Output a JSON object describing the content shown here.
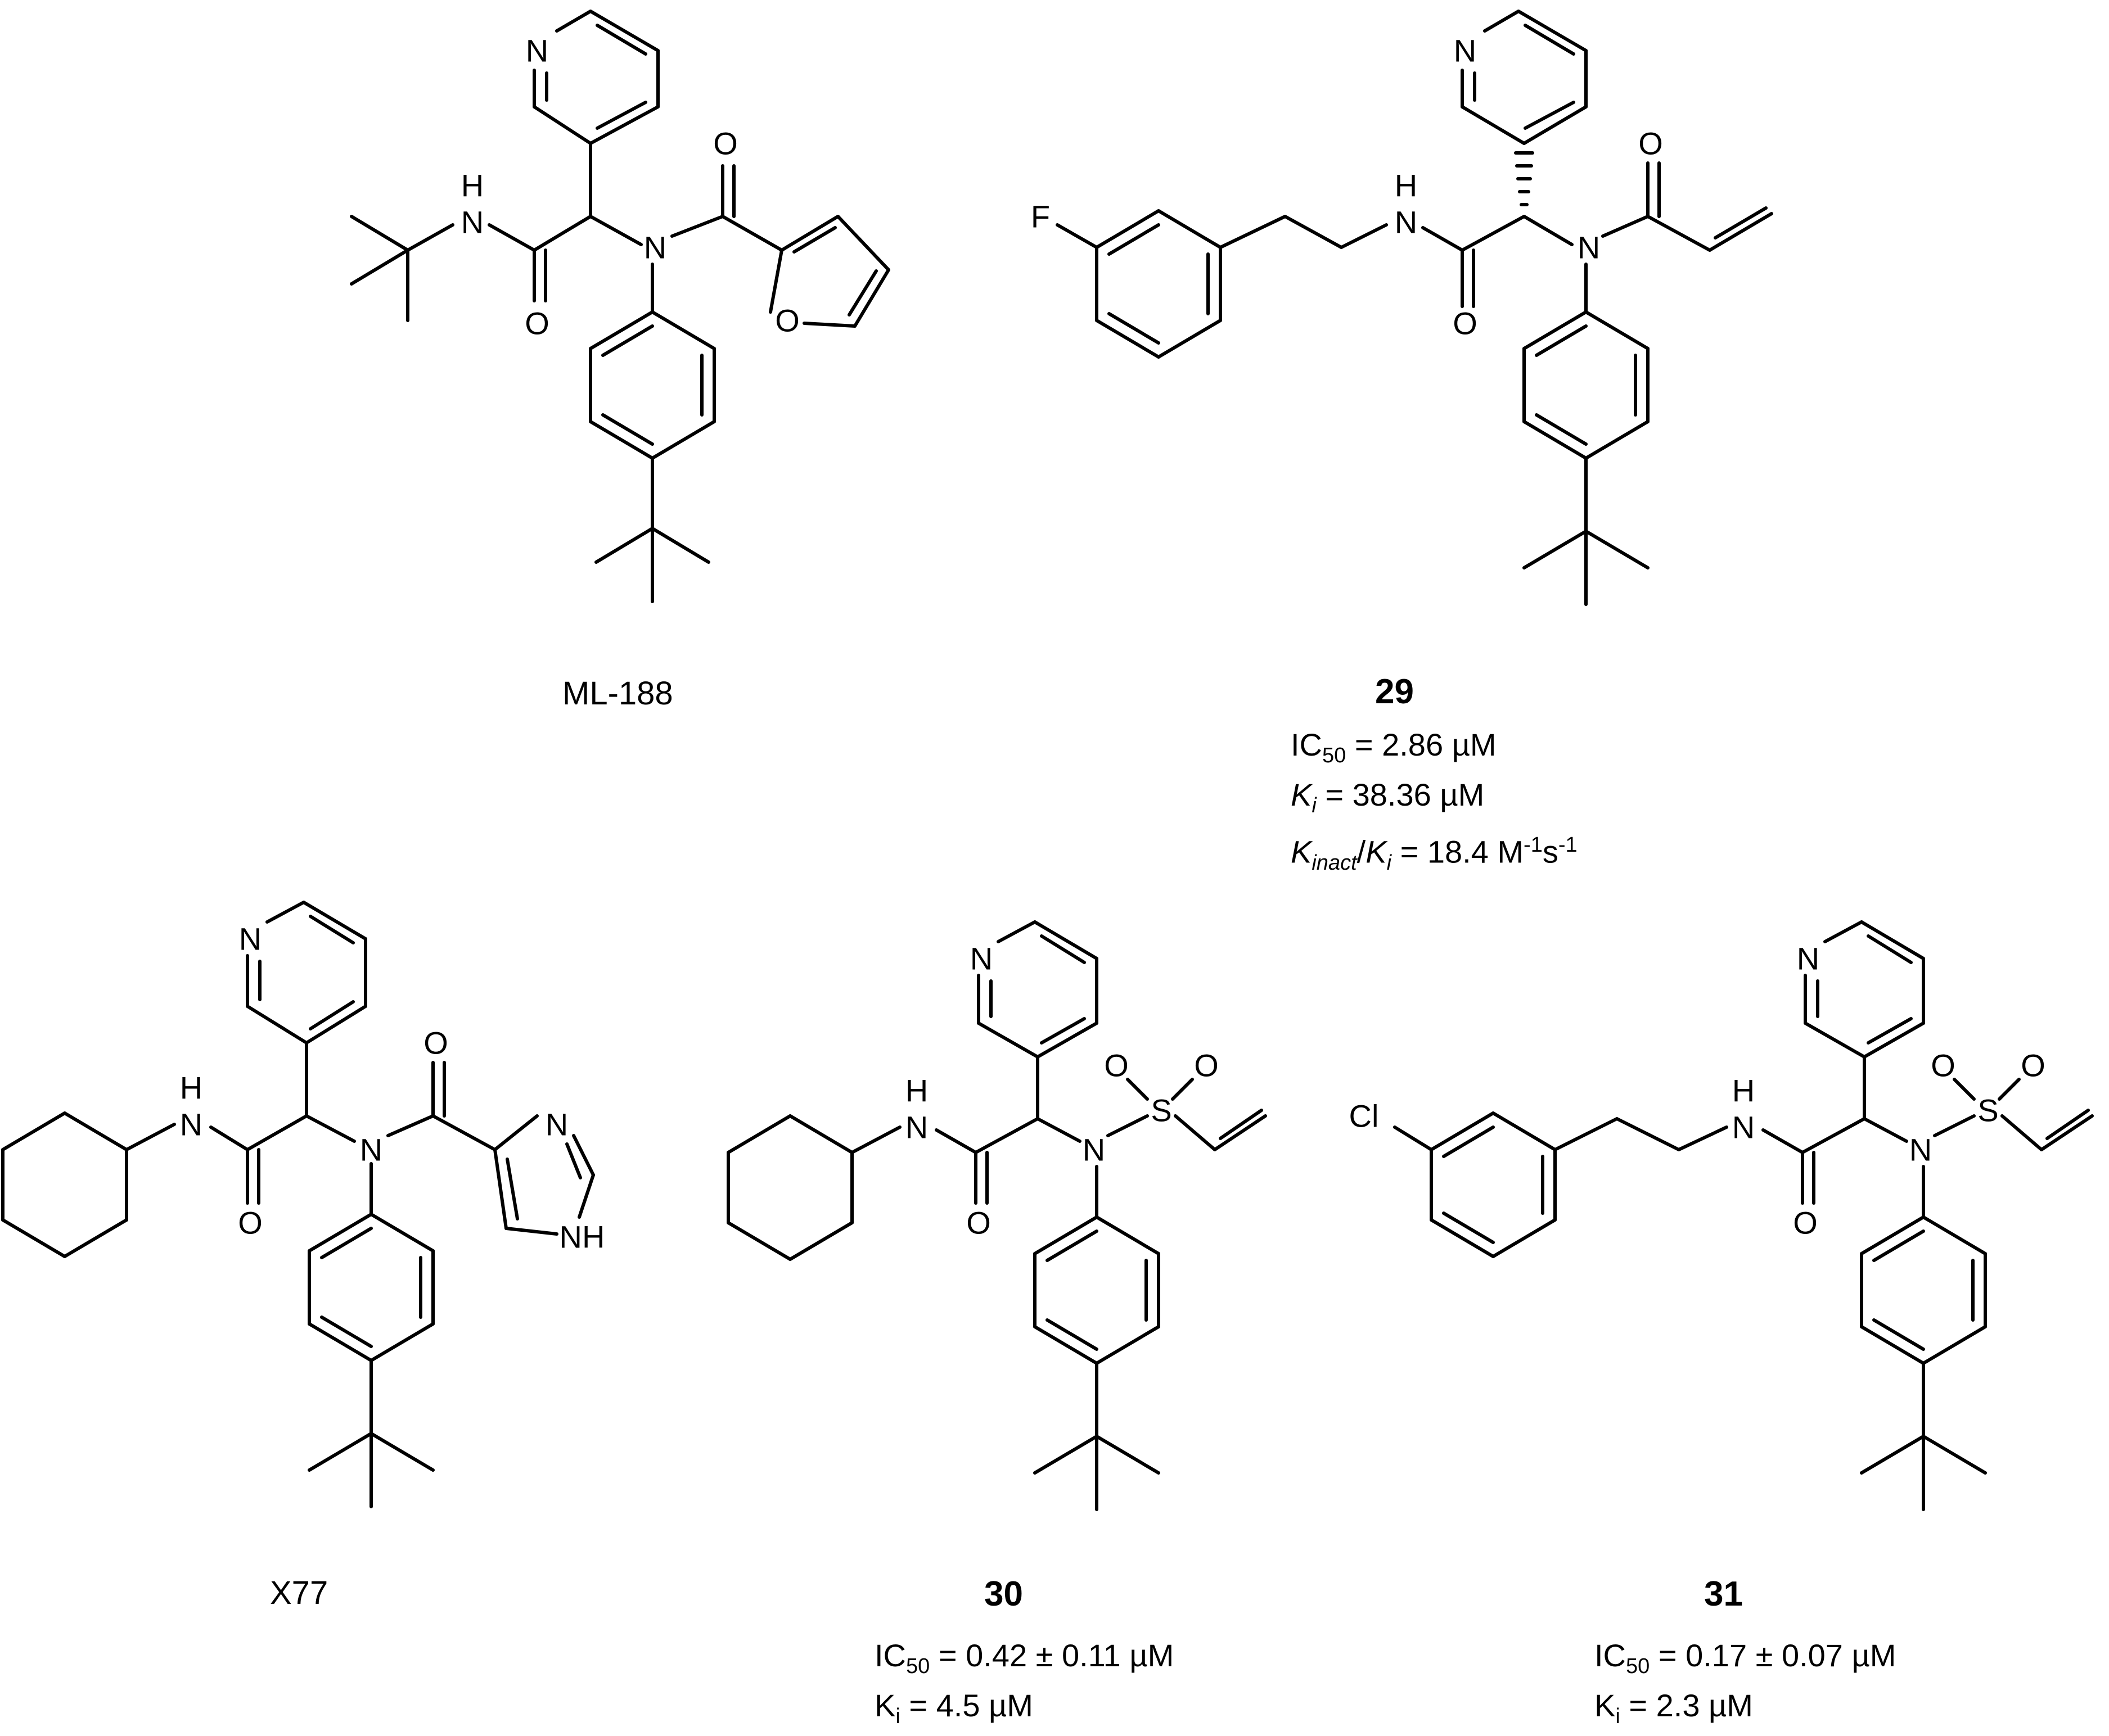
{
  "compounds": [
    {
      "name": "ML-188"
    },
    {
      "name": "29",
      "lines": [
        {
          "parts": [
            [
              "IC",
              ""
            ],
            [
              "50",
              "sub"
            ],
            [
              " = 2.86 µM",
              ""
            ]
          ]
        },
        {
          "parts": [
            [
              "K",
              "i"
            ],
            [
              "i",
              "subi"
            ],
            [
              " = 38.36 µM",
              ""
            ]
          ]
        },
        {
          "parts": [
            [
              "K",
              "i"
            ],
            [
              "inact",
              "subi"
            ],
            [
              "/",
              ""
            ],
            [
              "K",
              "i"
            ],
            [
              "i",
              "subi"
            ],
            [
              " = 18.4 M",
              ""
            ],
            [
              "-1",
              "sup"
            ],
            [
              "s",
              ""
            ],
            [
              "-1",
              "sup"
            ]
          ]
        }
      ]
    },
    {
      "name": "X77"
    },
    {
      "name": "30",
      "lines": [
        {
          "parts": [
            [
              "IC",
              ""
            ],
            [
              "50",
              "sub"
            ],
            [
              " = 0.42 ± 0.11 µM",
              ""
            ]
          ]
        },
        {
          "parts": [
            [
              "K",
              ""
            ],
            [
              "i",
              "sub"
            ],
            [
              " = 4.5 µM",
              ""
            ]
          ]
        }
      ]
    },
    {
      "name": "31",
      "lines": [
        {
          "parts": [
            [
              "IC",
              ""
            ],
            [
              "50",
              "sub"
            ],
            [
              " = 0.17 ± 0.07 µM",
              ""
            ]
          ]
        },
        {
          "parts": [
            [
              "K",
              ""
            ],
            [
              "i",
              "sub"
            ],
            [
              " = 2.3 µM",
              ""
            ]
          ]
        }
      ]
    }
  ],
  "atoms": {
    "N": "N",
    "O": "O",
    "S": "S",
    "F": "F",
    "Cl": "Cl",
    "H": "H",
    "NH": "NH"
  }
}
